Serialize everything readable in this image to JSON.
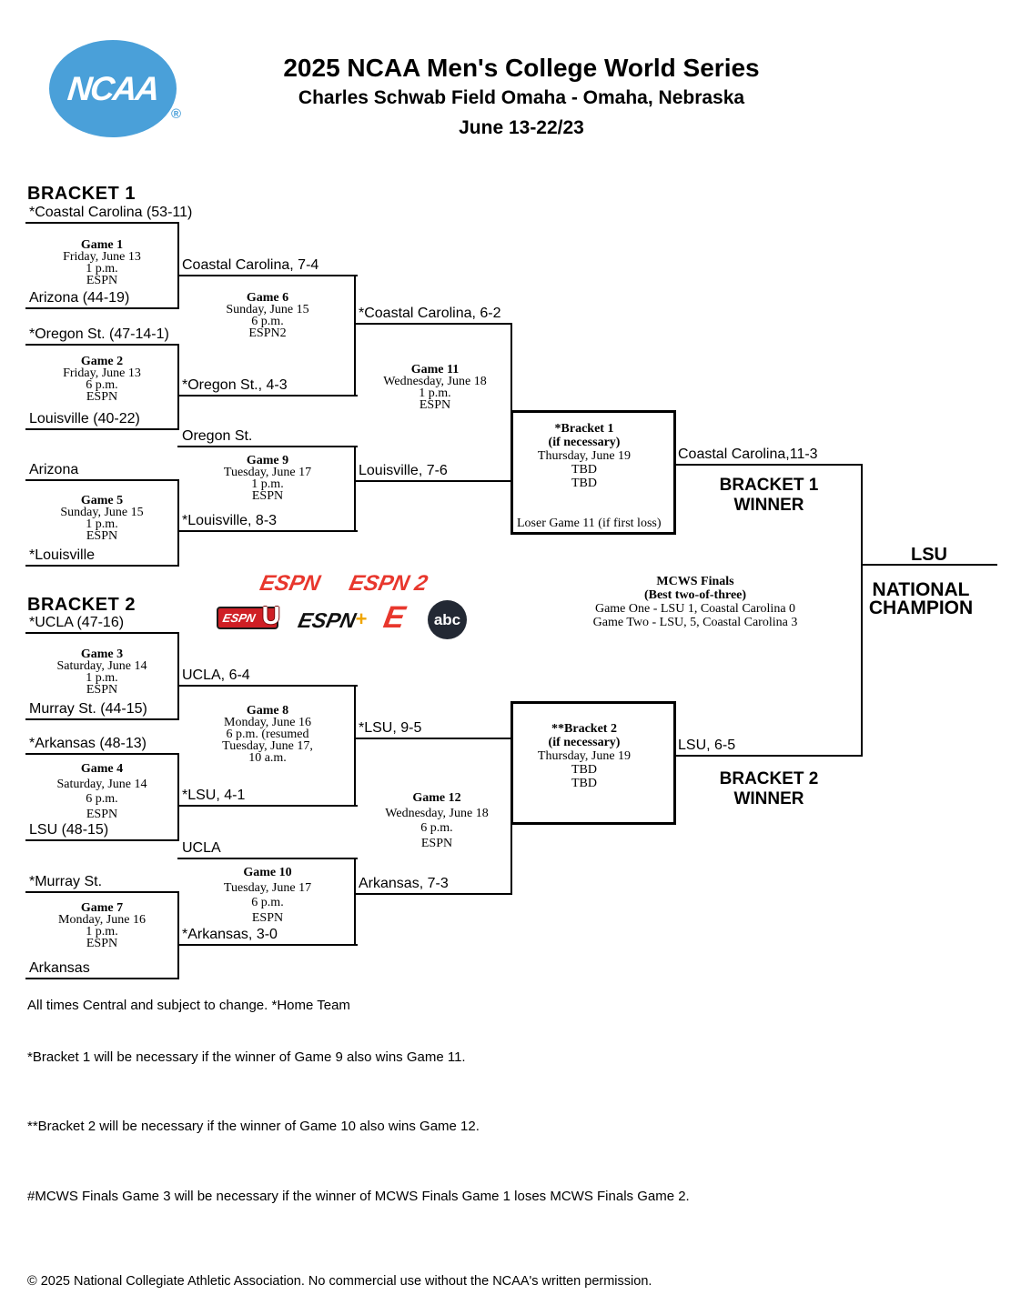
{
  "colors": {
    "ncaa_blue": "#4aa0d9",
    "espn_red": "#e8372d",
    "espnu_red": "#cf1f25",
    "espn_plus_gold": "#f0a500",
    "abc_dark": "#232934",
    "line_black": "#000000"
  },
  "header": {
    "logo": "NCAA",
    "reg": "®",
    "title": "2025 NCAA Men's College World Series",
    "venue": "Charles Schwab Field Omaha - Omaha, Nebraska",
    "dates": "June 13-22/23"
  },
  "bracket1": {
    "heading": "BRACKET 1",
    "seed_cc": "*Coastal Carolina (53-11)",
    "seed_az": "Arizona (44-19)",
    "seed_os": "*Oregon St. (47-14-1)",
    "seed_lv": "Louisville (40-22)",
    "g5_top": "Arizona",
    "g5_bottom": "*Louisville",
    "g1_result": "Coastal Carolina, 7-4",
    "g2_result": "*Oregon St., 4-3",
    "g9_top": "Oregon St.",
    "g5_result": "*Louisville, 8-3",
    "g6_result": "*Coastal Carolina, 6-2",
    "g9_result": "Louisville, 7-6",
    "g11_result": "Coastal Carolina,11-3",
    "winner_label": "BRACKET 1\nWINNER"
  },
  "bracket2": {
    "heading": "BRACKET 2",
    "seed_ucla": "*UCLA (47-16)",
    "seed_mur": "Murray St. (44-15)",
    "seed_ark": "*Arkansas (48-13)",
    "seed_lsu": "LSU (48-15)",
    "g7_top": "*Murray St.",
    "g7_bottom": "Arkansas",
    "g3_result": "UCLA, 6-4",
    "g4_result": "*LSU, 4-1",
    "g10_top": "UCLA",
    "g7_result": "*Arkansas, 3-0",
    "g8_result": "*LSU, 9-5",
    "g10_result": "Arkansas, 7-3",
    "g12_result": "LSU, 6-5",
    "winner_label": "BRACKET 2\nWINNER"
  },
  "games": {
    "game1": {
      "title": "Game 1",
      "lines": [
        "Friday, June 13",
        "1 p.m.",
        "ESPN"
      ]
    },
    "game2": {
      "title": "Game 2",
      "lines": [
        "Friday, June 13",
        "6 p.m.",
        "ESPN"
      ]
    },
    "game3": {
      "title": "Game 3",
      "lines": [
        "Saturday, June 14",
        "1 p.m.",
        "ESPN"
      ]
    },
    "game4": {
      "title": "Game 4",
      "lines": [
        "Saturday, June 14",
        "6 p.m.",
        "ESPN"
      ]
    },
    "game5": {
      "title": "Game 5",
      "lines": [
        "Sunday, June 15",
        "1 p.m.",
        "ESPN"
      ]
    },
    "game6": {
      "title": "Game 6",
      "lines": [
        "Sunday, June 15",
        "6 p.m.",
        "ESPN2"
      ]
    },
    "game7": {
      "title": "Game 7",
      "lines": [
        "Monday, June 16",
        "1 p.m.",
        "ESPN"
      ]
    },
    "game8": {
      "title": "Game 8",
      "lines": [
        "Monday, June 16",
        "6 p.m. (resumed",
        "Tuesday, June 17,",
        "10 a.m."
      ]
    },
    "game9": {
      "title": "Game 9",
      "lines": [
        "Tuesday, June 17",
        "1 p.m.",
        "ESPN"
      ]
    },
    "game10": {
      "title": "Game 10",
      "lines": [
        "Tuesday, June 17",
        "6 p.m.",
        "ESPN"
      ]
    },
    "game11": {
      "title": "Game 11",
      "lines": [
        "Wednesday, June 18",
        "1 p.m.",
        "ESPN"
      ]
    },
    "game12": {
      "title": "Game 12",
      "lines": [
        "Wednesday, June 18",
        "6 p.m.",
        "ESPN"
      ]
    }
  },
  "if_necessary": {
    "b1": {
      "title": "*Bracket 1",
      "subtitle": "(if necessary)",
      "date": "Thursday, June 19",
      "tbd1": "TBD",
      "tbd2": "TBD",
      "loser_note": "Loser Game 11 (if first loss)"
    },
    "b2": {
      "title": "**Bracket 2",
      "subtitle": "(if necessary)",
      "date": "Thursday, June 19",
      "tbd1": "TBD",
      "tbd2": "TBD"
    }
  },
  "finals": {
    "champion": "LSU",
    "champion_label": "NATIONAL\nCHAMPION",
    "title": "MCWS Finals",
    "subtitle": "(Best two-of-three)",
    "game_one": "Game One - LSU 1, Coastal Carolina 0",
    "game_two": "Game Two - LSU, 5, Coastal Carolina 3"
  },
  "networks": {
    "espn": "ESPN",
    "espn2": "ESPN 2",
    "espnu_text": "ESPN",
    "espnu_u": "U",
    "espnplus_text": "ESPN",
    "espnplus_plus": "+",
    "e": "E",
    "abc": "abc"
  },
  "footnotes": {
    "times": "All times Central and subject to change. *Home Team",
    "note1": "*Bracket 1 will be necessary if the winner of Game 9 also wins Game 11.",
    "note2": "**Bracket 2 will be necessary if the winner of Game 10 also wins Game 12.",
    "note3": "#MCWS Finals Game 3 will be necessary if the winner of MCWS Finals Game 1 loses MCWS Finals Game 2.",
    "copyright": "© 2025 National Collegiate Athletic Association. No commercial use without the NCAA's written permission."
  }
}
